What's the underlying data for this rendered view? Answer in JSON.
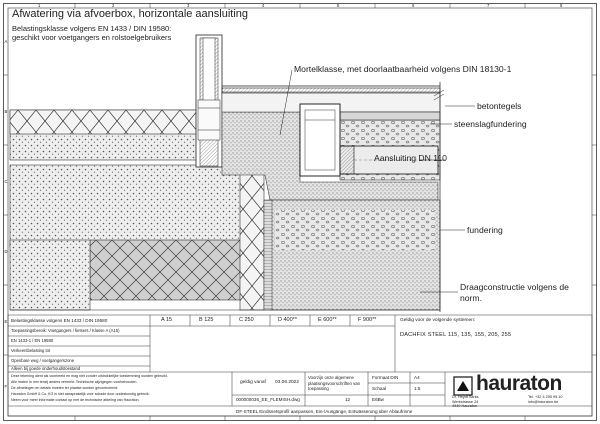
{
  "drawing": {
    "title": "Afwatering via afvoerbox, horizontale aansluiting",
    "subtitle_line1": "Belastingsklasse volgens EN 1433 / DIN 19580:",
    "subtitle_line2": "geschikt voor voetgangers en rolstoelgebruikers"
  },
  "callouts": {
    "mortar": "Mortelklasse, met doorlaatbaarheid volgens DIN 18130-1",
    "tiles": "betontegels",
    "gravel": "steenslagfundering",
    "connection": "Aansluiting DN 110",
    "foundation": "fundering",
    "support_line1": "Draagconstructie volgens de",
    "support_line2": "norm."
  },
  "border_marks": {
    "columns": [
      "1",
      "2",
      "3",
      "4",
      "5",
      "6",
      "7",
      "8"
    ],
    "rows": [
      "A",
      "B",
      "C",
      "D",
      "E",
      "F"
    ]
  },
  "title_block": {
    "load_class_label": "Belastingsklasse volgens EN 1433 / DIN 19580",
    "classes": [
      "A 15",
      "B 125",
      "C 250",
      "D 400**",
      "E 600**",
      "F 900**"
    ],
    "valid_label": "Geldig voor de volgende systemen:",
    "systems": "DACHFIX STEEL 115, 135, 155, 205, 255",
    "rows_left": [
      "Toepassingsbereik: Voetgangers / fietsers / Klasse A (A15)",
      "EN 1433-1 / EN 19580",
      "Verkeersbelasting tot",
      "Openbare weg / voetgangerszone",
      "Alleen bij goede onderhoudstoestand"
    ],
    "notes": [
      "Deze tekening dient als voorbeeld en mag niet zonder uitdrukkelijke toestemming worden gebruikt.",
      "Alle maten in mm tenzij anders vermeld. Technische wijzigingen voorbehouden.",
      "De afmetingen en details moeten ter plaatse worden gecontroleerd.",
      "Hauraton GmbH & Co. KG is niet aansprakelijk voor schade door ondeskundig gebruik.",
      "Neem voor meer informatie contact op met de technische afdeling van Hauraton."
    ],
    "valid_from_label": "geldig vanaf",
    "valid_from": "03.06.2022",
    "remark": "Voorzijn onze algemene plaatsingsvoorschriften van toepassing",
    "format_label": "Formaat DIN",
    "format_value": "A4",
    "scale_label": "Schaal",
    "scale_value": "1:5",
    "drawing_no": "000000036_EE_FLEMISH.dwg",
    "sheet_no": "12",
    "sheet_unit": "E6Bw",
    "company_lines": [
      "Dr. Heydt Sarks",
      "Werkstrasse 24",
      "4949 Hauraton"
    ],
    "contact_lines": [
      "Tel. +32 4 295 95 10",
      "info@hauraton.be"
    ],
    "brand": "hauraton",
    "footer": "DF-STEEL Eindsnetsprofil aanpassen, Ein-/Ausgänge, Entwässerung über Ablaufrinne"
  }
}
